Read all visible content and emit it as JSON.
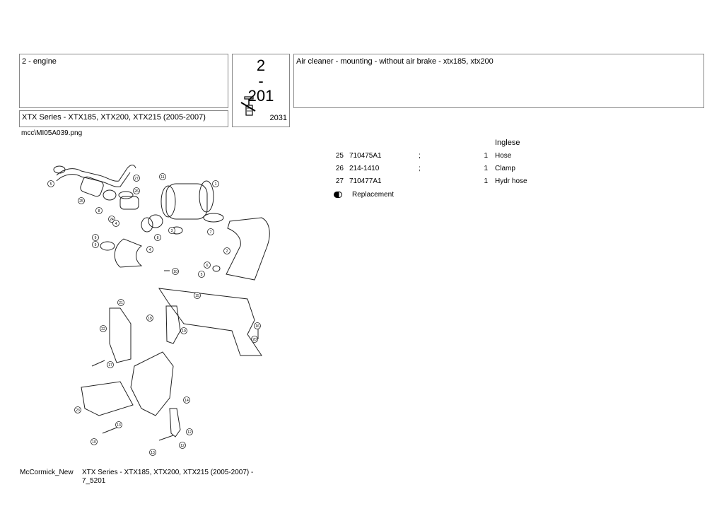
{
  "header": {
    "section": "2 - engine",
    "series": "XTX Series - XTX185, XTX200, XTX215 (2005-2007)",
    "code_big_lines": [
      "2",
      "-",
      "201"
    ],
    "code_label": "2031",
    "title": "Air cleaner - mounting - without air brake - xtx185, xtx200"
  },
  "image_file": "mcc\\MI05A039.png",
  "parts": {
    "language_header": "Inglese",
    "rows": [
      {
        "pos": "25",
        "part": "710475A1",
        "semi": ";",
        "qty": "1",
        "desc": "Hose"
      },
      {
        "pos": "26",
        "part": "214-1410",
        "semi": ";",
        "qty": "1",
        "desc": "Clamp"
      },
      {
        "pos": "27",
        "part": "710477A1",
        "semi": "",
        "qty": "1",
        "desc": "Hydr hose"
      }
    ]
  },
  "legend": {
    "icon": "replacement-icon",
    "label": "Replacement"
  },
  "diagram": {
    "callouts": [
      "5",
      "27",
      "11",
      "1",
      "25",
      "26",
      "8",
      "24",
      "7",
      "3",
      "9",
      "8",
      "2",
      "4",
      "4",
      "9",
      "10",
      "6",
      "5",
      "15",
      "21",
      "18",
      "22",
      "19",
      "16",
      "17",
      "20",
      "14",
      "23",
      "12",
      "13",
      "10",
      "13",
      "12"
    ]
  },
  "footer": {
    "brand": "McCormick_New",
    "title": "XTX Series - XTX185, XTX200, XTX215 (2005-2007) - 7_5201"
  }
}
